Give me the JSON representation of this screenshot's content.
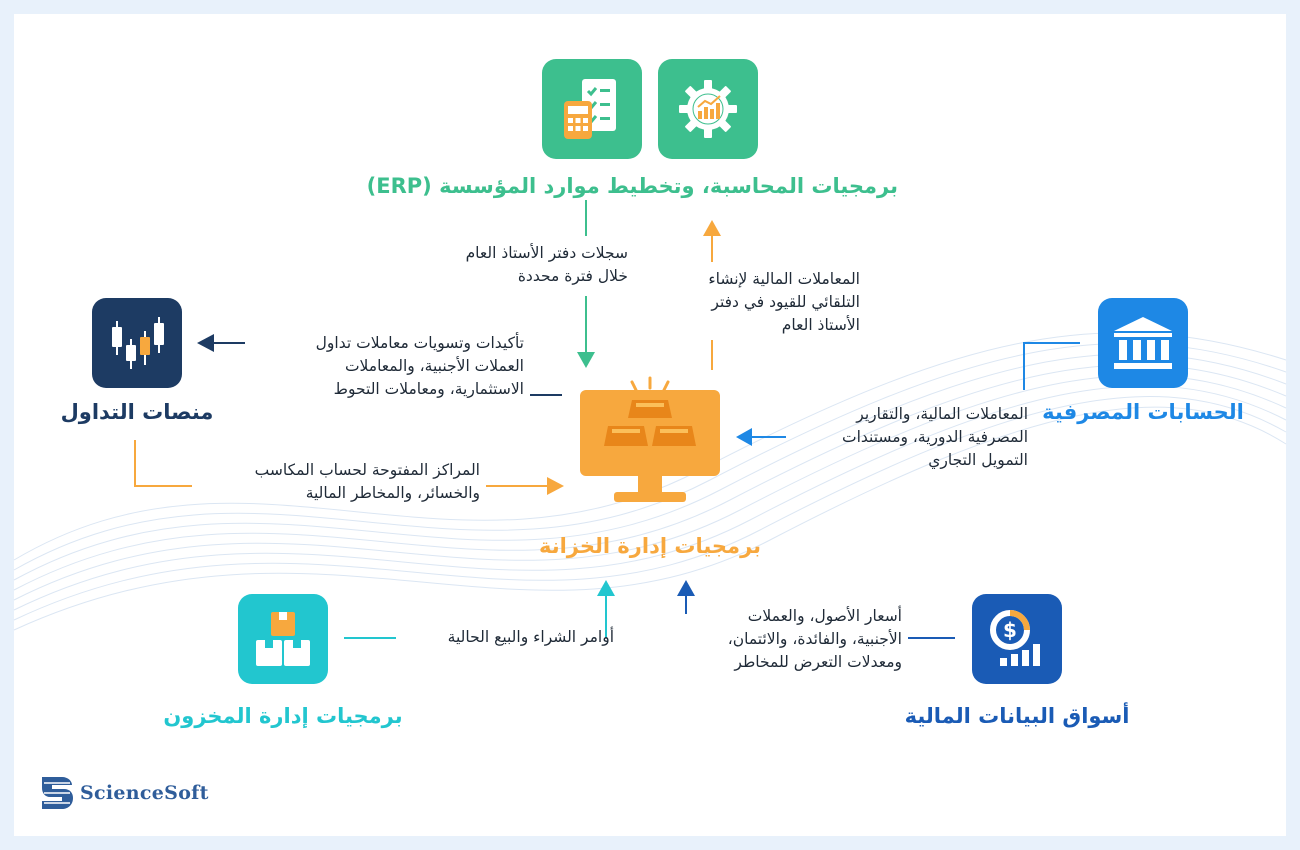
{
  "nodes": {
    "erp": {
      "title": "برمجيات المحاسبة، وتخطيط موارد المؤسسة (ERP)",
      "color": "#3dbf8e",
      "icons": [
        "calculator-checklist-icon",
        "gear-chart-icon"
      ]
    },
    "treasury": {
      "title": "برمجيات إدارة الخزانة",
      "color": "#f7a83e",
      "icon": "monitor-gold-bars-icon"
    },
    "trading": {
      "title": "منصات التداول",
      "color": "#1d3b63",
      "icon": "candlestick-chart-icon"
    },
    "banking": {
      "title": "الحسابات المصرفية",
      "color": "#1e88e5",
      "icon": "bank-icon"
    },
    "inventory": {
      "title": "برمجيات إدارة المخزون",
      "color": "#22c6cf",
      "icon": "boxes-icon"
    },
    "market_data": {
      "title": "أسواق البيانات المالية",
      "color": "#1a5bb5",
      "icon": "dollar-chart-icon"
    }
  },
  "flows": {
    "erp_to_treasury": [
      "سجلات دفتر الأستاذ العام",
      "خلال فترة محددة"
    ],
    "treasury_to_erp": [
      "المعاملات المالية لإنشاء",
      "التلقائي للقيود في دفتر",
      "الأستاذ العام"
    ],
    "treasury_to_trading": [
      "تأكيدات وتسويات معاملات تداول",
      "العملات الأجنبية، والمعاملات",
      "الاستثمارية، ومعاملات التحوط"
    ],
    "trading_to_treasury": [
      "المراكز المفتوحة لحساب المكاسب",
      "والخسائر،  والمخاطر المالية"
    ],
    "banking_to_treasury": [
      "المعاملات المالية، والتقارير",
      "المصرفية الدورية، ومستندات",
      "التمويل التجاري"
    ],
    "inventory_to_treasury": [
      "أوامر الشراء والبيع الحالية"
    ],
    "market_to_treasury": [
      "أسعار الأصول، والعملات",
      "الأجنبية، والفائدة، والائتمان،",
      "ومعدلات التعرض للمخاطر"
    ]
  },
  "logo": {
    "text": "ScienceSoft",
    "icon": "sciencesoft-logo-icon"
  }
}
